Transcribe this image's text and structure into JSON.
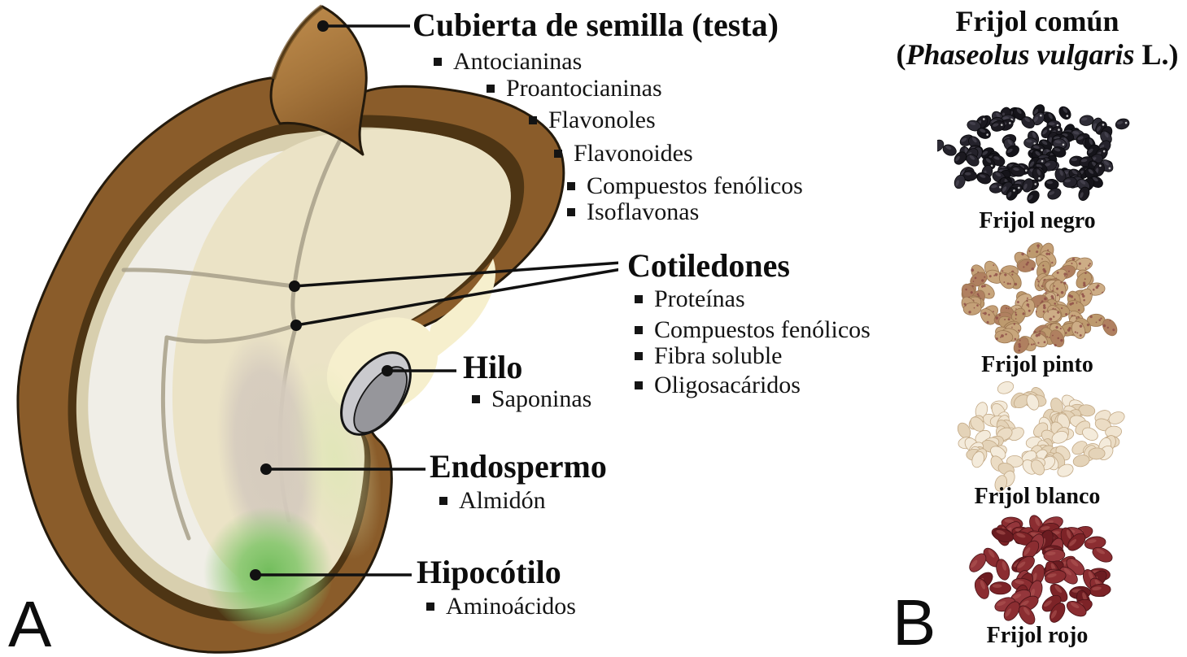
{
  "figure": {
    "type": "seed-anatomy-diagram",
    "background": "#ffffff"
  },
  "panel_a": {
    "letter": "A",
    "sections": [
      {
        "id": "testa",
        "title": "Cubierta de semilla (testa)",
        "items": [
          "Antocianinas",
          "Proantocianinas",
          "Flavonoles",
          "Flavonoides",
          "Compuestos fenólicos",
          "Isoflavonas"
        ]
      },
      {
        "id": "cotiledones",
        "title": "Cotiledones",
        "items": [
          "Proteínas",
          "Compuestos fenólicos",
          "Fibra soluble",
          "Oligosacáridos"
        ]
      },
      {
        "id": "hilo",
        "title": "Hilo",
        "items": [
          "Saponinas"
        ]
      },
      {
        "id": "endospermo",
        "title": "Endospermo",
        "items": [
          "Almidón"
        ]
      },
      {
        "id": "hipocotilo",
        "title": "Hipocótilo",
        "items": [
          "Aminoácidos"
        ]
      }
    ],
    "diagram_colors": {
      "seed_coat": "#8a5c2a",
      "coat_curl_light": "#c18e4e",
      "inner_rim": "#4e3514",
      "tan_band": "#d8cfae",
      "interior_white": "#f0eee7",
      "cotyledon_cream": "#ebe3c6",
      "crease": "#a8a089",
      "pale_yellow": "#f6efcd",
      "endosperm": "#d5cbbe",
      "hypocotyl_green": "#72bd5c",
      "hilum_light": "#cacace",
      "hilum_dark": "#96969b",
      "leader_line": "#111111"
    }
  },
  "panel_b": {
    "letter": "B",
    "title_line1": "Frijol común",
    "title_line2_prefix": "(",
    "title_line2_italic": "Phaseolus vulgaris",
    "title_line2_suffix": " L.)",
    "varieties": [
      {
        "name": "Frijol negro",
        "palette": [
          "#1b1920",
          "#24222b",
          "#15141a",
          "#2e2c36"
        ],
        "highlight": "#55525f",
        "dot": "#d8d8d8",
        "stroke": "#0a0a0d"
      },
      {
        "name": "Frijol pinto",
        "palette": [
          "#c8a67c",
          "#cdad86",
          "#bd9a6e",
          "#c4a077",
          "#b08060"
        ],
        "speckle": "#8c4a45",
        "stroke": "#9a7550"
      },
      {
        "name": "Frijol blanco",
        "palette": [
          "#f0e4d0",
          "#ebdcc4",
          "#e4d3b8",
          "#f4ebdb"
        ],
        "stroke": "#c2a884"
      },
      {
        "name": "Frijol rojo",
        "palette": [
          "#7d2327",
          "#8b2d31",
          "#6c1c21",
          "#94363b"
        ],
        "highlight": "#b05a55",
        "stroke": "#4a1216"
      }
    ]
  },
  "icons": {
    "bullet": "small-black-square"
  }
}
